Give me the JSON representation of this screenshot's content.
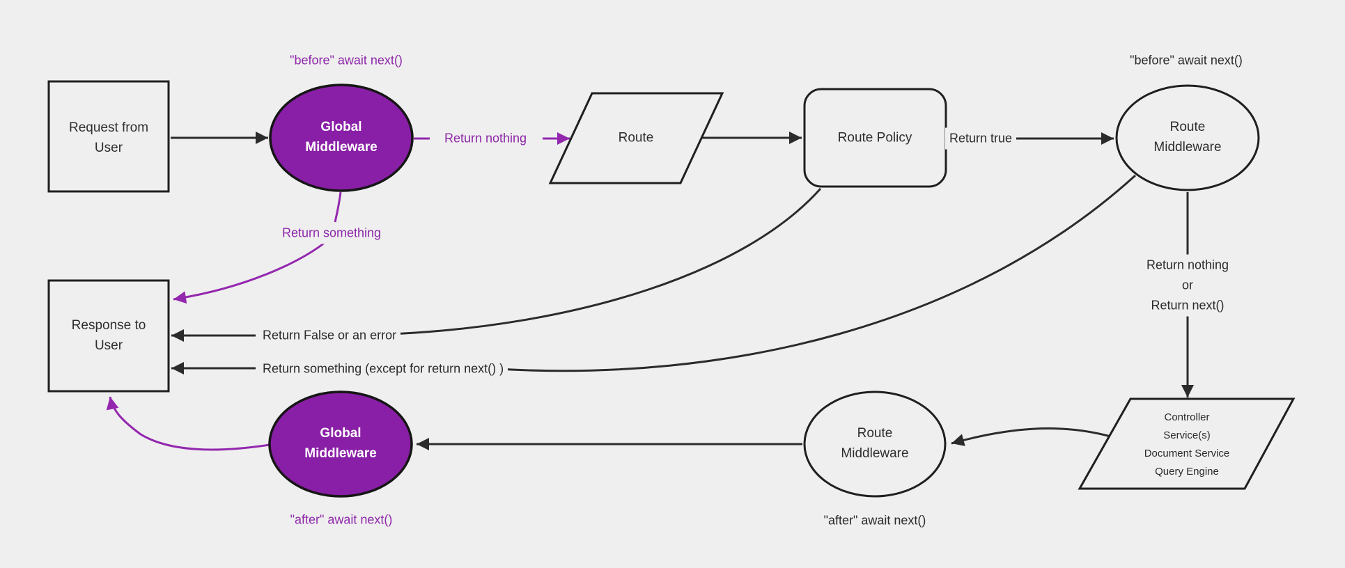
{
  "title": "Backend request / response lifecycle flowchart",
  "colors": {
    "background": "#efefef",
    "node_fill": "#efefef",
    "ink": "#2b2b2b",
    "stroke": "#1f1f1f",
    "purple_fill": "#8a1fa7",
    "purple_line": "#9327ae",
    "purple_text": "#8e27a9"
  },
  "nodes": {
    "request": {
      "label": "Request from\nUser",
      "shape": "rectangle"
    },
    "global_middleware_top": {
      "label": "Global\nMiddleware",
      "shape": "ellipse"
    },
    "route": {
      "label": "Route",
      "shape": "parallelogram"
    },
    "route_policy": {
      "label": "Route Policy",
      "shape": "rounded-rectangle"
    },
    "route_middleware_top": {
      "label": "Route\nMiddleware",
      "shape": "ellipse"
    },
    "services": {
      "label": "Controller\nService(s)\nDocument Service\nQuery Engine",
      "shape": "parallelogram"
    },
    "route_middleware_bottom": {
      "label": "Route\nMiddleware",
      "shape": "ellipse"
    },
    "global_middleware_bottom": {
      "label": "Global\nMiddleware",
      "shape": "ellipse"
    },
    "response": {
      "label": "Response to\nUser",
      "shape": "rectangle"
    }
  },
  "edge_labels": {
    "before_await_next_global": "\"before\" await next()",
    "before_await_next_route": "\"before\" await next()",
    "return_nothing": "Return nothing",
    "return_true": "Return true",
    "return_nothing_or_next": "Return nothing\nor\nReturn next()",
    "return_something": "Return something",
    "return_false_or_error": "Return False or an error",
    "return_something_except": "Return something (except for return next() )",
    "after_await_next_route": "\"after\" await next()",
    "after_await_next_global": "\"after\" await next()"
  }
}
